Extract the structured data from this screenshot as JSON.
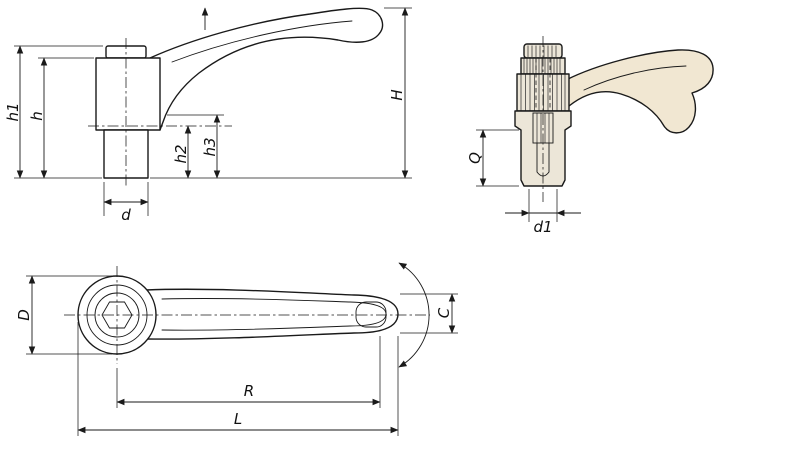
{
  "drawing": {
    "labels": {
      "h1": "h1",
      "h": "h",
      "h2": "h2",
      "h3": "h3",
      "d": "d",
      "H": "H",
      "Q": "Q",
      "d1": "d1",
      "D": "D",
      "C": "C",
      "R": "R",
      "L": "L"
    },
    "colors": {
      "line": "#1a1a1a",
      "handle_fill": "#f1e7d2",
      "metal_fill": "#ece6d8",
      "background": "#ffffff"
    }
  }
}
